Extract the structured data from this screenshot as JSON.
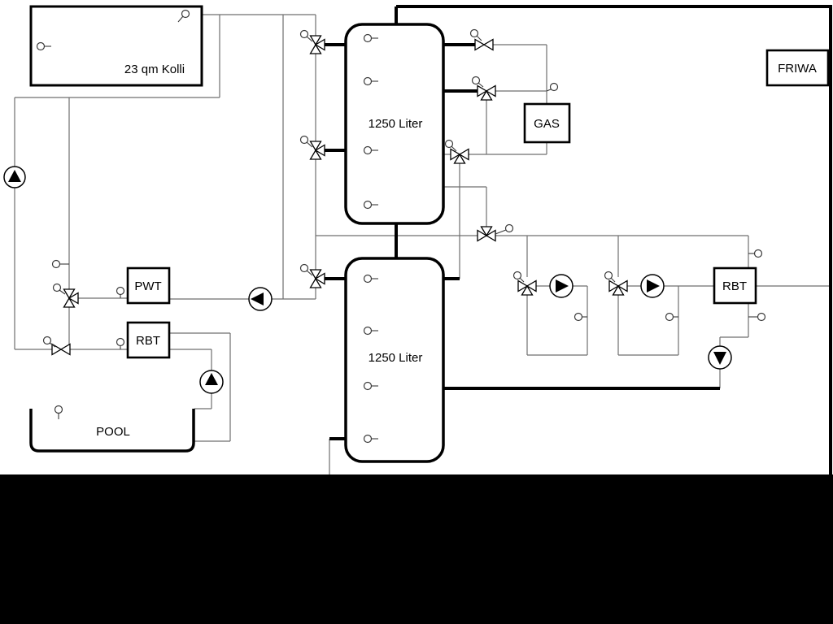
{
  "schematic": {
    "labels": {
      "collector": "23 qm Kolli",
      "buffer_tank_top": "1250 Liter",
      "buffer_tank_bottom": "1250 Liter",
      "gas_boiler": "GAS",
      "friwa": "FRIWA",
      "pwt": "PWT",
      "rbt_left": "RBT",
      "rbt_right": "RBT",
      "pool": "POOL"
    },
    "colors": {
      "pipe_thick": "#000000",
      "pipe_thin": "#6f6f6f",
      "background": "#ffffff",
      "bottom_mask": "#000000"
    }
  }
}
